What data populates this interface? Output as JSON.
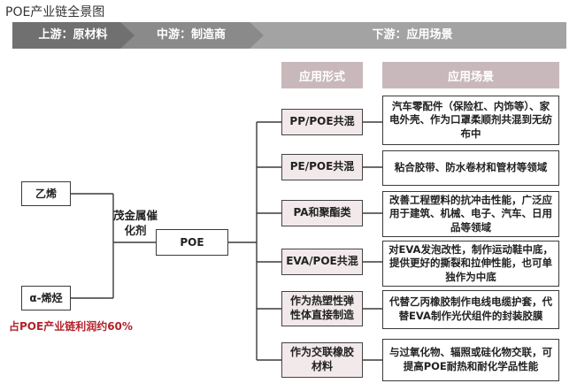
{
  "title": "POE产业链全景图",
  "stages": {
    "upstream": "上游：原材料",
    "midstream": "中游：制造商",
    "downstream": "下游：应用场景"
  },
  "headers": {
    "form": "应用形式",
    "scene": "应用场景"
  },
  "raw_materials": [
    "乙烯",
    "α-烯烃"
  ],
  "catalyst": "茂金属催化剂",
  "product": "POE",
  "profit_note": "占POE产业链利润约60%",
  "applications": [
    {
      "form": "PP/POE共混",
      "scene": "汽车零配件（保险杠、内饰等）、家电外壳、作为口罩柔顺剂共混到无纺布中"
    },
    {
      "form": "PE/POE共混",
      "scene": "粘合胶带、防水卷材和管材等领域"
    },
    {
      "form": "PA和聚酯类",
      "scene": "改善工程塑料的抗冲击性能，广泛应用于建筑、机械、电子、汽车、日用品等领域"
    },
    {
      "form": "EVA/POE共混",
      "scene": "对EVA发泡改性，制作运动鞋中底，提供更好的撕裂和拉伸性能，也可单独作为中底"
    },
    {
      "form": "作为热塑性弹性体直接制造",
      "scene": "代替乙丙橡胶制作电线电缆护套，代替EVA制作光伏组件的封装胶膜"
    },
    {
      "form": "作为交联橡胶材料",
      "scene": "与过氧化物、辐照或硅化物交联，可提高POE耐热和耐化学品性能"
    }
  ],
  "colors": {
    "arrow_upstream": "#707070",
    "arrow_midstream": "#8a8a8a",
    "arrow_downstream": "#a3a3a3",
    "header_fill": "#c9b8bb",
    "form_fill": "#f2e9ea",
    "profit_text": "#b3222a"
  }
}
